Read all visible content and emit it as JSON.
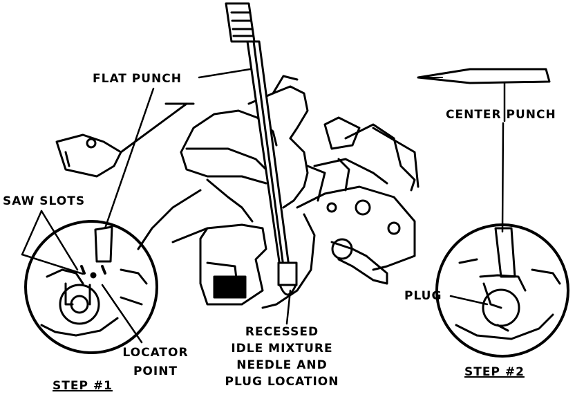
{
  "labels": {
    "flat_punch": "FLAT PUNCH",
    "center_punch": "CENTER PUNCH",
    "saw_slots": "SAW SLOTS",
    "plug": "PLUG",
    "locator_point_1": "LOCATOR",
    "locator_point_2": "POINT",
    "recessed_1": "RECESSED",
    "recessed_2": "IDLE MIXTURE",
    "recessed_3": "NEEDLE AND",
    "recessed_4": "PLUG LOCATION",
    "step1": "STEP #1",
    "step2": "STEP #2"
  }
}
